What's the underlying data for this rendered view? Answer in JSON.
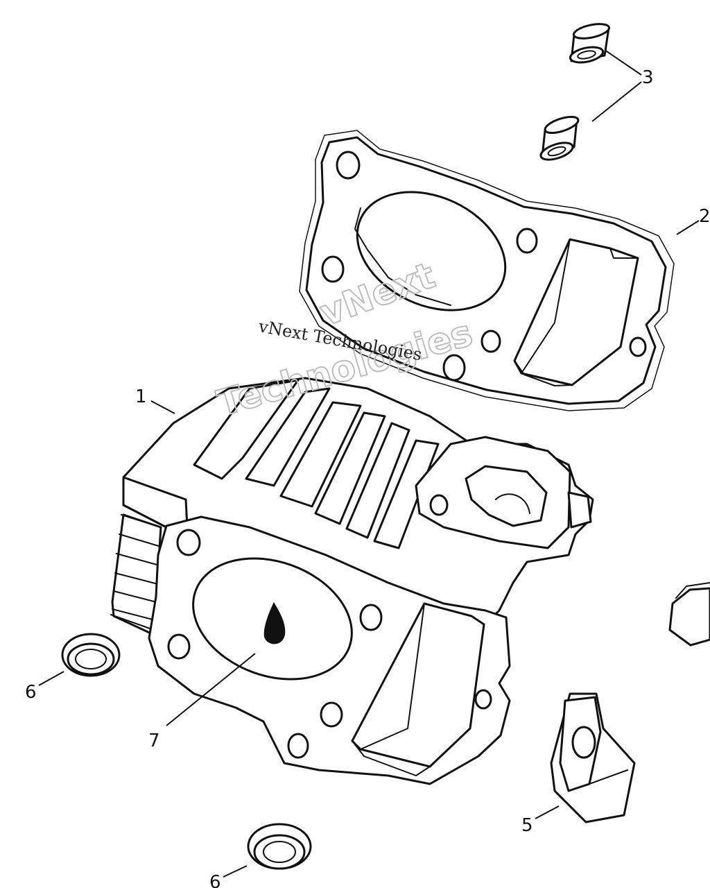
{
  "callouts": [
    {
      "id": "1",
      "text": "1"
    },
    {
      "id": "2",
      "text": "2"
    },
    {
      "id": "3",
      "text": "3"
    },
    {
      "id": "5",
      "text": "5"
    },
    {
      "id": "6a",
      "text": "6"
    },
    {
      "id": "6b",
      "text": "6"
    },
    {
      "id": "7",
      "text": "7"
    }
  ],
  "watermark": {
    "small": "vNext Technologies",
    "big_line1": "vNext",
    "big_line2": "Technologies"
  }
}
